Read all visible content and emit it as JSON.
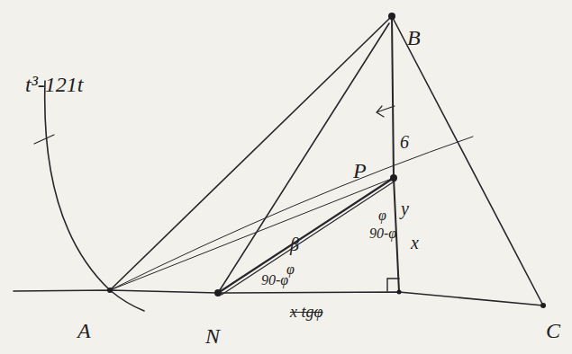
{
  "diagram": {
    "labels": [
      "t³-121t",
      "B",
      "6",
      "y",
      "P",
      "x",
      "φ",
      "90-φ",
      "β",
      "φ",
      "90-φ",
      "A",
      "N",
      "C",
      "x tgφ"
    ]
  }
}
